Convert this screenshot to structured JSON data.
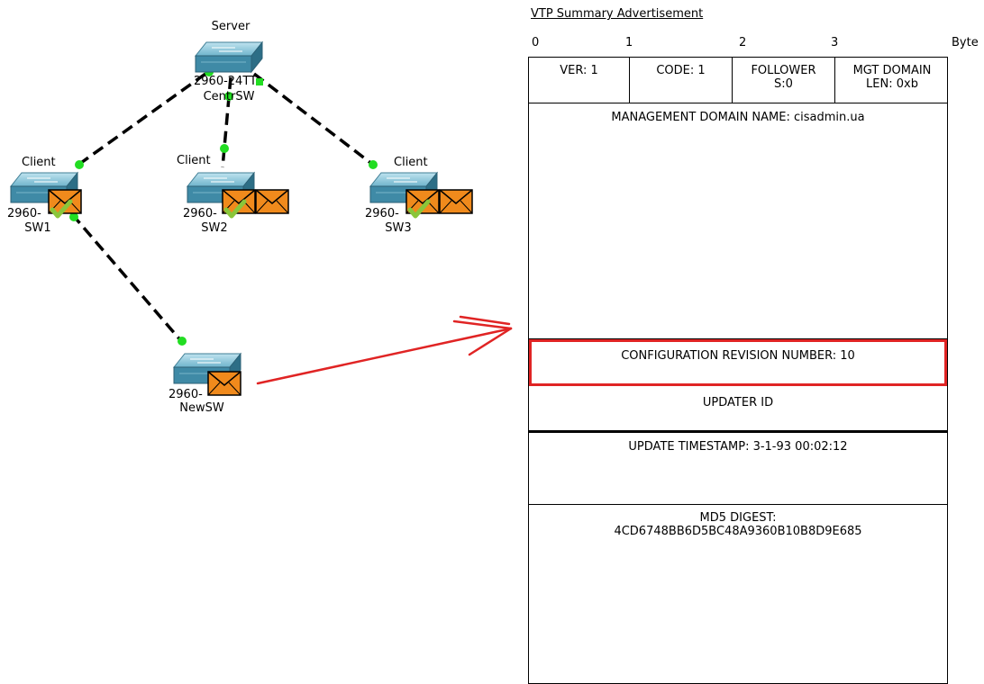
{
  "topology": {
    "devices": [
      {
        "id": "centr",
        "role_label": "Server",
        "model_label": "2960-24TT",
        "name_label": "CentrSW"
      },
      {
        "id": "sw1",
        "role_label": "Client",
        "model_label": "2960-",
        "name_label": "SW1"
      },
      {
        "id": "sw2",
        "role_label": "Client",
        "model_label": "2960-",
        "name_label": "SW2"
      },
      {
        "id": "sw3",
        "role_label": "Client",
        "model_label": "2960-",
        "name_label": "SW3"
      },
      {
        "id": "newsw",
        "role_label": "",
        "model_label": "2960-",
        "name_label": "NewSW"
      }
    ],
    "link_status_color": "#22dd22",
    "pdu_color": "#f08a1c",
    "arrow_color": "#e02424"
  },
  "pdu": {
    "title": "VTP Summary Advertisement",
    "byte_positions": [
      "0",
      "1",
      "2",
      "3"
    ],
    "byte_label": "Byte",
    "header": {
      "ver": "VER: 1",
      "code": "CODE: 1",
      "follower_line1": "FOLLOWER",
      "follower_line2": "S:0",
      "mgt_line1": "MGT DOMAIN",
      "mgt_line2": "LEN: 0xb"
    },
    "domain_name": "MANAGEMENT DOMAIN NAME: cisadmin.ua",
    "config_revision": "CONFIGURATION REVISION NUMBER: 10",
    "updater_id": "UPDATER ID",
    "timestamp": "UPDATE TIMESTAMP: 3-1-93 00:02:12",
    "md5_label": "MD5 DIGEST:",
    "md5_value": "4CD6748BB6D5BC48A9360B10B8D9E685"
  }
}
